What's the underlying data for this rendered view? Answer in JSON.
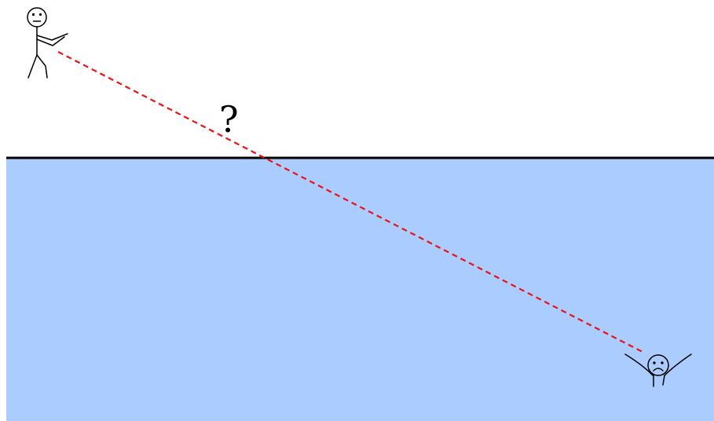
{
  "diagram": {
    "label": "?",
    "colors": {
      "water": "#aaccff",
      "surface_line": "#000000",
      "sight_line": "#ee1111",
      "figure_stroke": "#000000"
    },
    "figures": {
      "observer": {
        "expression": "neutral",
        "icon": "stick-figure-pointing"
      },
      "swimmer": {
        "expression": "sad",
        "icon": "stick-figure-arms-raised"
      }
    }
  }
}
